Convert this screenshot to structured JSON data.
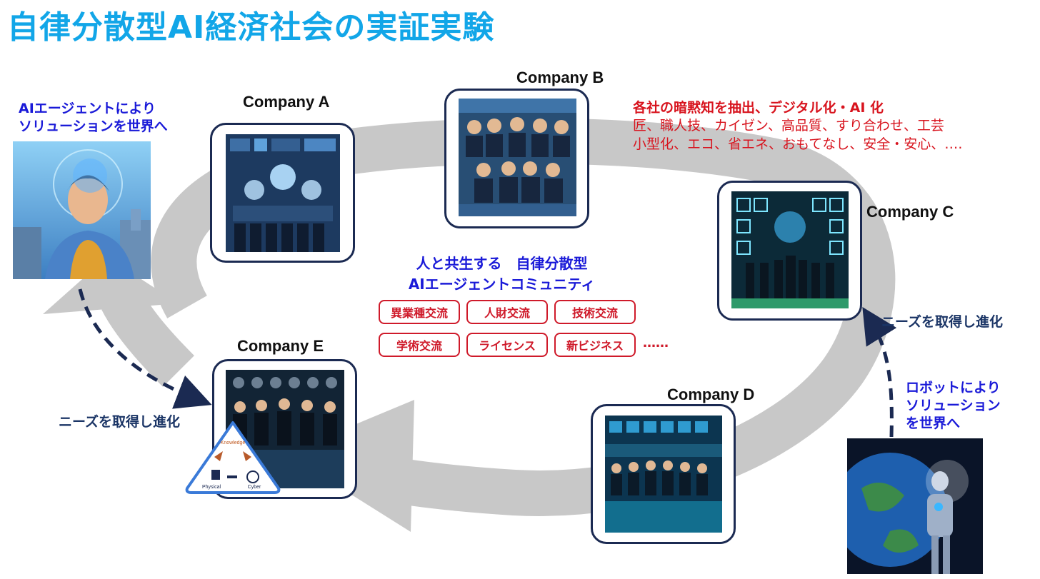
{
  "title": "自律分散型AI経済社会の実証実験",
  "companies": {
    "a": "Company A",
    "b": "Company B",
    "c": "Company C",
    "d": "Company D",
    "e": "Company E"
  },
  "left_caption": {
    "line1": "AIエージェントにより",
    "line2": "ソリューションを世界へ"
  },
  "right_caption": {
    "line1": "ロボットにより",
    "line2": "ソリューション",
    "line3": "を世界へ"
  },
  "needs_left": "ニーズを取得し進化",
  "needs_right": "ニーズを取得し進化",
  "tacit_knowledge": {
    "heading": "各社の暗黙知を抽出、デジタル化・AI 化",
    "line1": "匠、職人技、カイゼン、高品質、すり合わせ、工芸",
    "line2": "小型化、エコ、省エネ、おもてなし、安全・安心、‥‥"
  },
  "community": {
    "line1": "人と共生する　自律分散型",
    "line2": "AIエージェントコミュニティ"
  },
  "exchanges": [
    "異業種交流",
    "人財交流",
    "技術交流",
    "学術交流",
    "ライセンス",
    "新ビジネス"
  ],
  "exchanges_more": "……",
  "triangle_labels": {
    "top": "Knowledge",
    "left": "Physical",
    "right": "Cyber"
  },
  "colors": {
    "title": "#12a6e8",
    "blue_text": "#1a1ad8",
    "red_text": "#d8141e",
    "navy": "#1b2a52",
    "cycle_arrow": "#c8c8c8"
  }
}
